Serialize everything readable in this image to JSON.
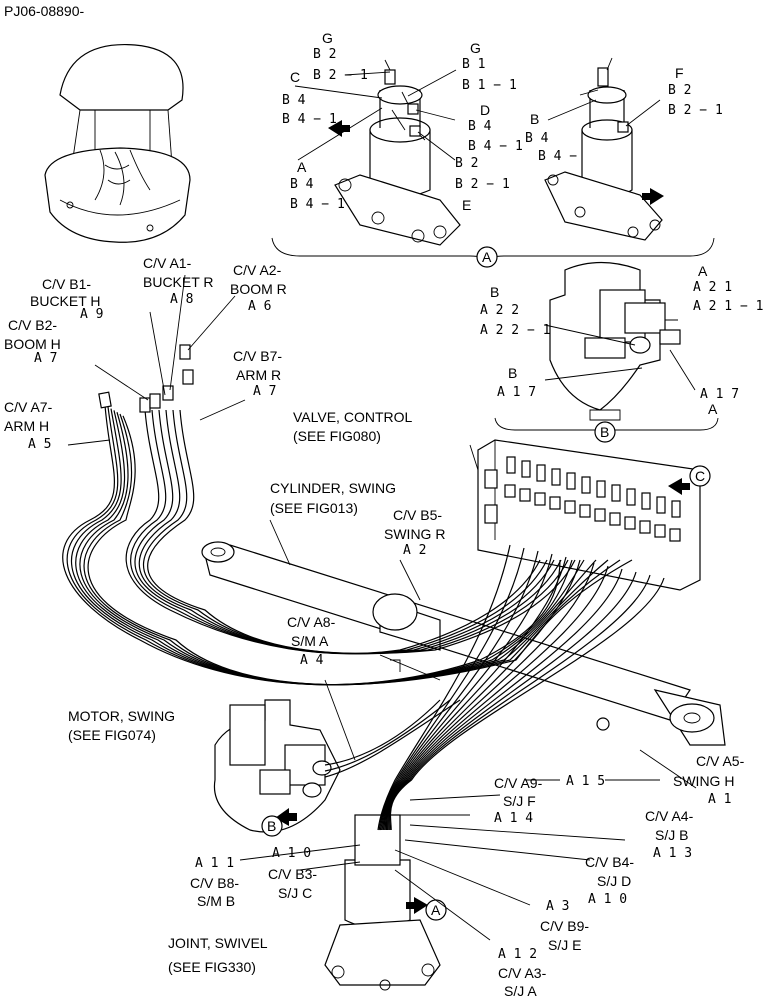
{
  "doc_id": "PJ06-08890-",
  "circle_labels": [
    "A",
    "B",
    "C"
  ],
  "notes": {
    "valve_control": [
      "VALVE, CONTROL",
      "(SEE FIG080)"
    ],
    "cylinder_swing": [
      "CYLINDER, SWING",
      "(SEE FIG013)"
    ],
    "motor_swing": [
      "MOTOR, SWING",
      "(SEE FIG074)"
    ],
    "joint_swivel": [
      "JOINT, SWIVEL",
      "(SEE FIG330)"
    ]
  },
  "detail_a_labels": {
    "G_left": "G",
    "B2": "B 2",
    "B2_1": "B 2 − 1",
    "G_right": "G",
    "B1": "B 1",
    "B1_1": "B 1 − 1",
    "C": "C",
    "B4": "B 4",
    "B4_1": "B 4 − 1",
    "D": "D",
    "B4d": "B 4",
    "B4d_1": "B 4 − 1",
    "A": "A",
    "B4a": "B 4",
    "B4a_1": "B 4 − 1",
    "B2e": "B 2",
    "B2e_1": "B 2 − 1",
    "E": "E",
    "F": "F",
    "B2f": "B 2",
    "B2f_1": "B 2 − 1",
    "B": "B",
    "B4b": "B 4",
    "B4b_1": "B 4 −"
  },
  "detail_b_labels": {
    "A_top": "A",
    "A21": "A 2 1",
    "A21_1": "A 2 1 − 1",
    "B_top": "B",
    "A22": "A 2 2",
    "A22_1": "A 2 2 − 1",
    "B_low": "B",
    "A17l": "A 1 7",
    "A17r": "A 1 7",
    "A_low": "A"
  },
  "callouts": {
    "cv_a1": [
      "C/V A1-",
      "BUCKET R",
      "A 8"
    ],
    "cv_b1": [
      "C/V B1-",
      "BUCKET H",
      "A 9"
    ],
    "cv_a2": [
      "C/V A2-",
      "BOOM R",
      "A 6"
    ],
    "cv_b2": [
      "C/V B2-",
      "BOOM H",
      "A 7"
    ],
    "cv_b7": [
      "C/V B7-",
      "ARM R",
      "A 7"
    ],
    "cv_a7": [
      "C/V A7-",
      "ARM H",
      "A 5"
    ],
    "cv_b5": [
      "C/V B5-",
      "SWING R",
      "A 2"
    ],
    "cv_a8": [
      "C/V A8-",
      "S/M A",
      "A 4"
    ],
    "cv_a5": [
      "C/V A5-",
      "SWING H",
      "A 1"
    ],
    "cv_a9": [
      "C/V A9-",
      "S/J F",
      "A 1 5",
      "A 1 4"
    ],
    "cv_a4": [
      "C/V A4-",
      "S/J B",
      "A 1 3"
    ],
    "cv_b4": [
      "C/V B4-",
      "S/J D",
      "A 1 0"
    ],
    "cv_b9": [
      "A 3",
      "C/V B9-",
      "S/J E"
    ],
    "cv_a3": [
      "A 1 2",
      "C/V A3-",
      "S/J A"
    ],
    "cv_b8": [
      "A 1 1",
      "C/V B8-",
      "S/M B"
    ],
    "cv_b3": [
      "A 1 0",
      "C/V B3-",
      "S/J C"
    ]
  }
}
